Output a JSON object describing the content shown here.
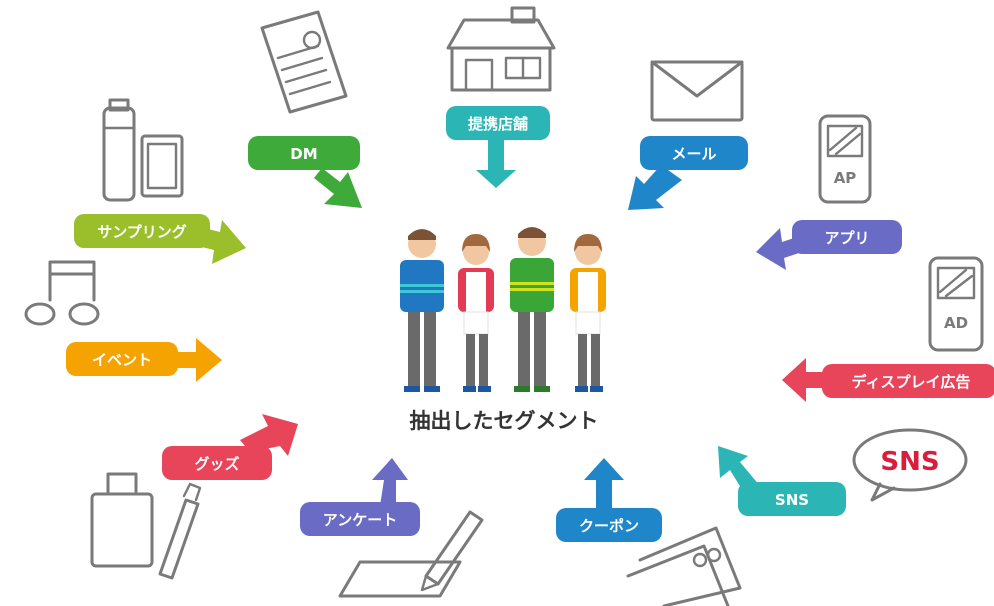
{
  "center": {
    "title": "抽出したセグメント"
  },
  "channels": {
    "dm": {
      "label": "DM",
      "color": "#3daa3a"
    },
    "store": {
      "label": "提携店舗",
      "color": "#2cb5b5"
    },
    "mail": {
      "label": "メール",
      "color": "#1f86c9"
    },
    "app": {
      "label": "アプリ",
      "color": "#6a6bc4"
    },
    "display": {
      "label": "ディスプレイ広告",
      "color": "#e8445a"
    },
    "sns": {
      "label": "SNS",
      "color": "#2cb5b5"
    },
    "coupon": {
      "label": "クーポン",
      "color": "#1f86c9"
    },
    "survey": {
      "label": "アンケート",
      "color": "#6a6bc4"
    },
    "goods": {
      "label": "グッズ",
      "color": "#e8445a"
    },
    "event": {
      "label": "イベント",
      "color": "#f4a300"
    },
    "sampling": {
      "label": "サンプリング",
      "color": "#9bbf2a"
    }
  },
  "icons": {
    "app_phone": {
      "text": "AP"
    },
    "display_phone": {
      "text": "AD"
    },
    "sns_bubble": {
      "text": "SNS"
    }
  }
}
